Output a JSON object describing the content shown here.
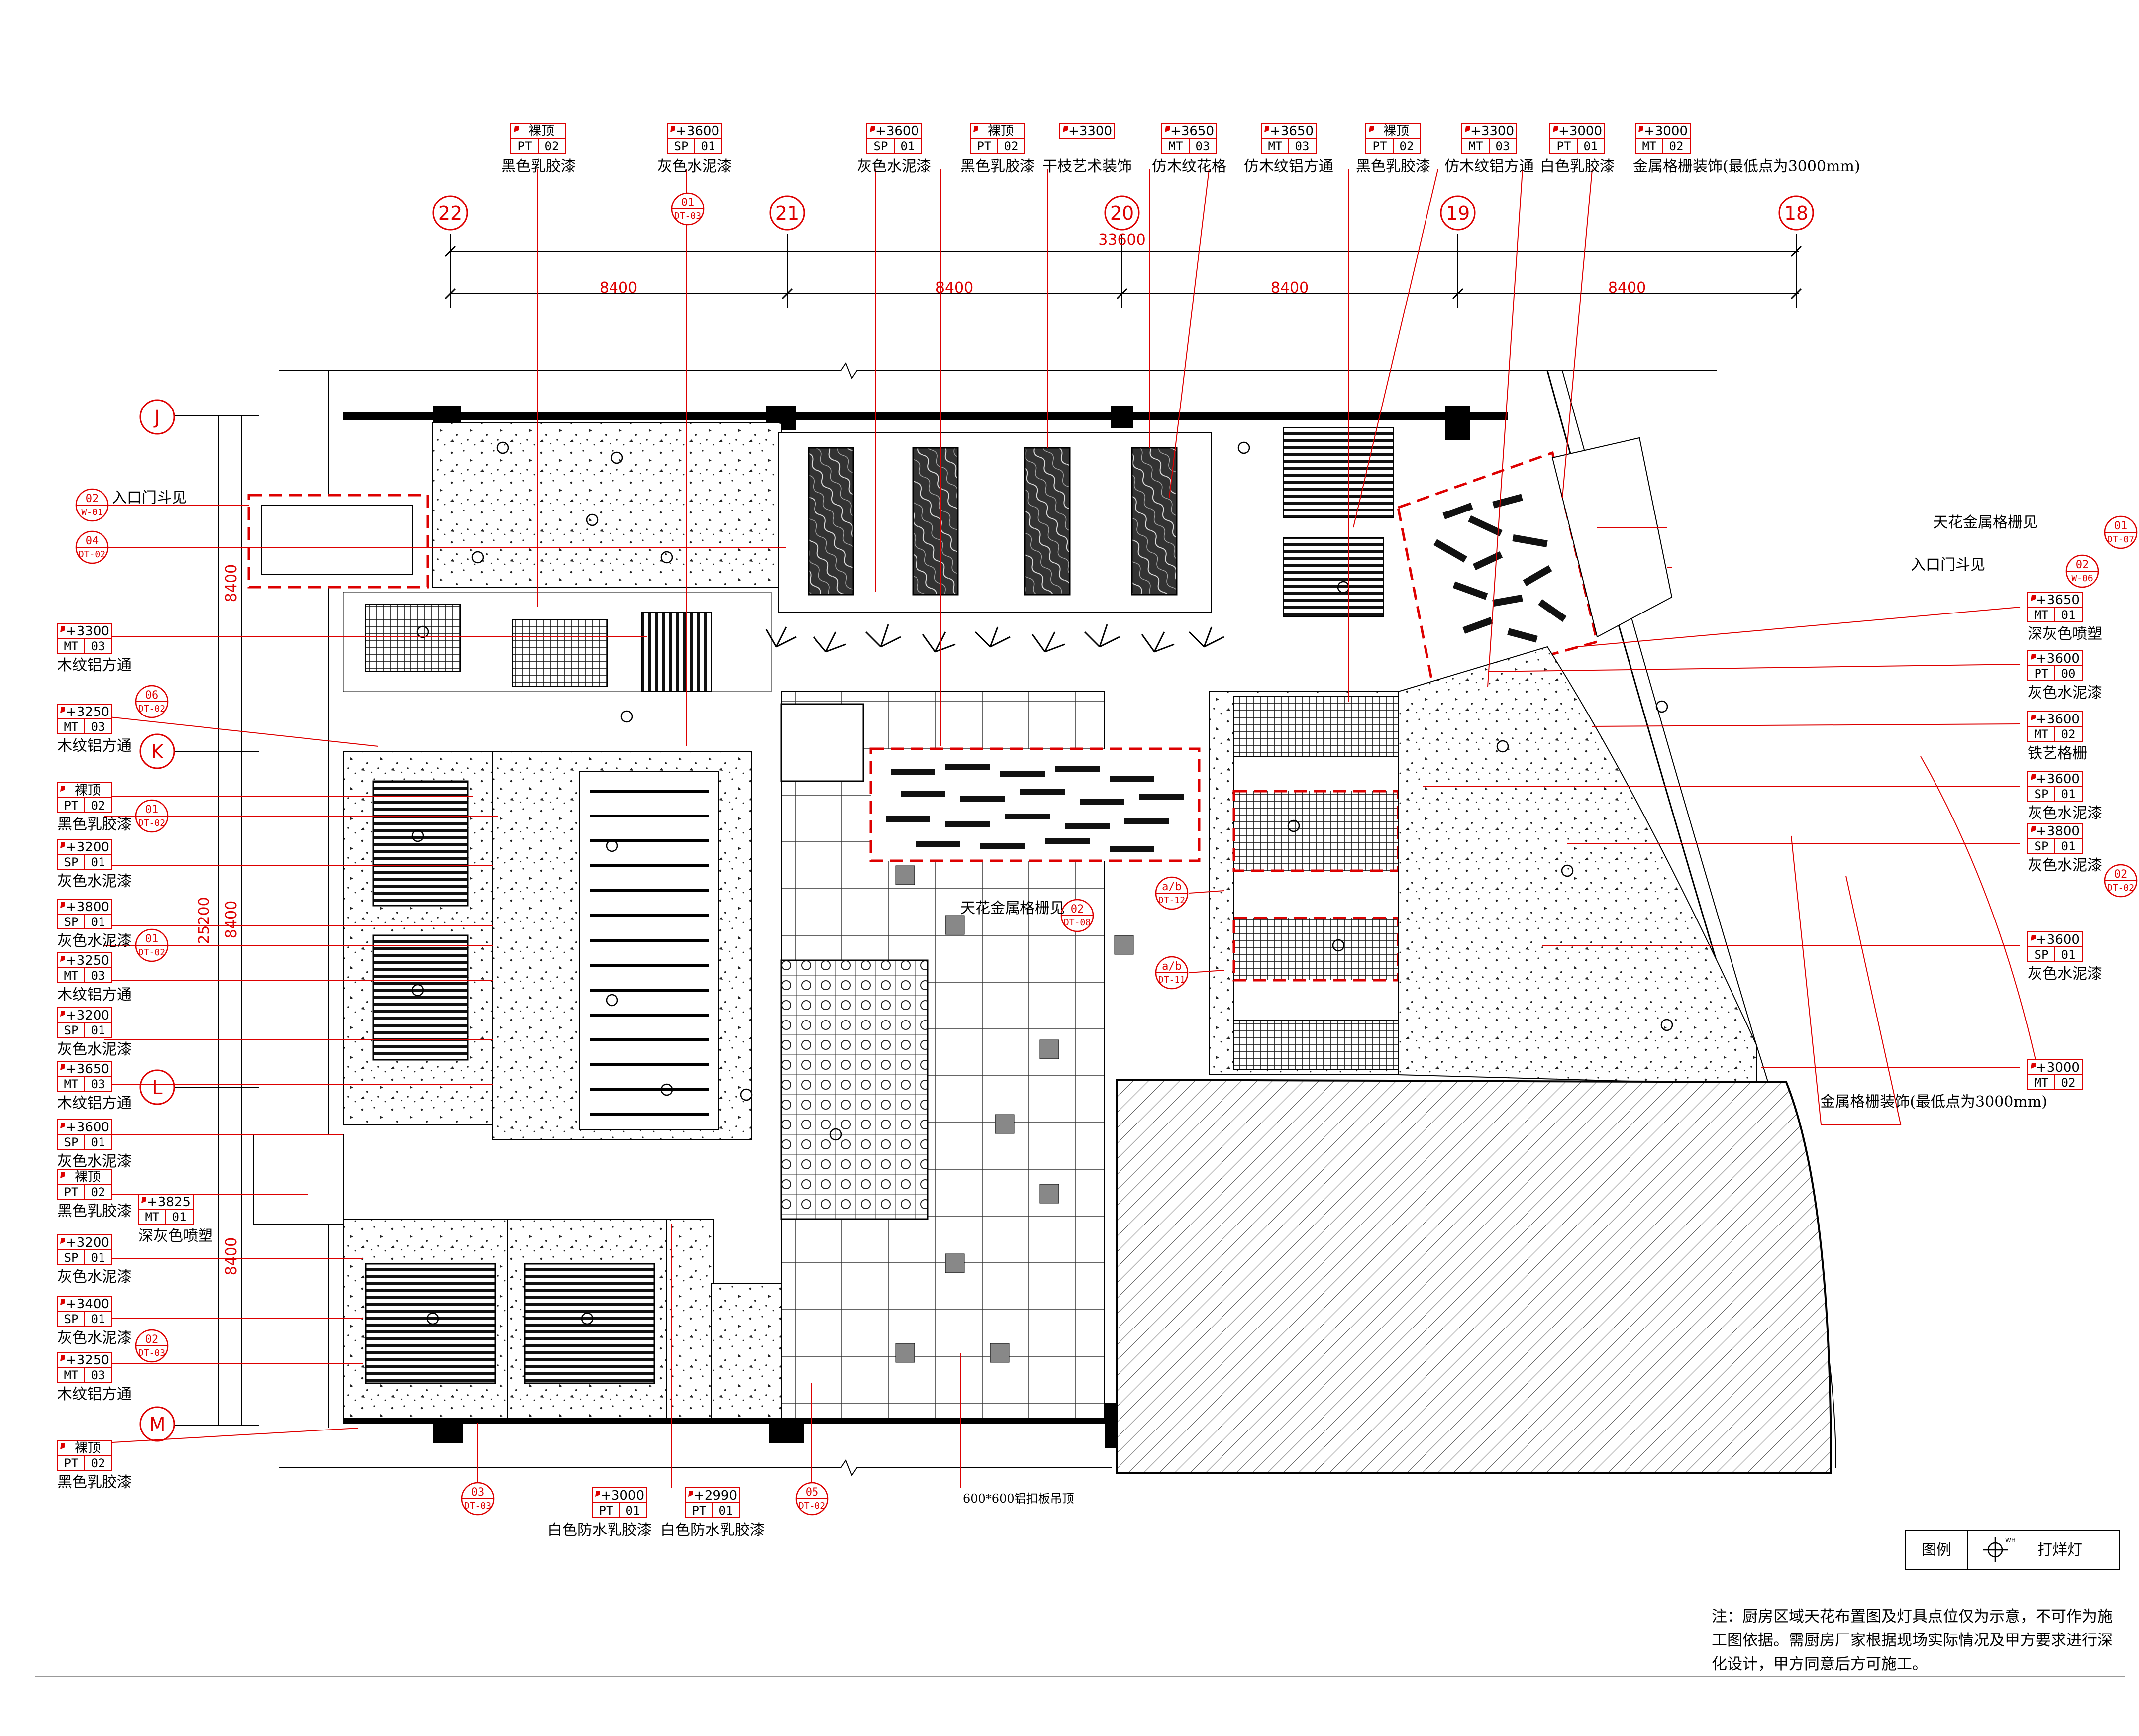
{
  "grid_columns": [
    "22",
    "21",
    "20",
    "19",
    "18"
  ],
  "grid_rows": [
    "J",
    "K",
    "L",
    "M"
  ],
  "dimensions": {
    "top_total": "33600",
    "top_spans": [
      "8400",
      "8400",
      "8400",
      "8400"
    ],
    "left_total": "25200",
    "left_spans": [
      "8400",
      "8400",
      "8400"
    ]
  },
  "top_tags": [
    {
      "elev": "裸顶",
      "code": "PT",
      "num": "02",
      "label": "黑色乳胶漆"
    },
    {
      "elev": "+3600",
      "code": "SP",
      "num": "01",
      "label": "灰色水泥漆"
    },
    {
      "elev": "+3600",
      "code": "SP",
      "num": "01",
      "label": "灰色水泥漆"
    },
    {
      "elev": "裸顶",
      "code": "PT",
      "num": "02",
      "label": "黑色乳胶漆"
    },
    {
      "elev": "+3300",
      "code": "",
      "num": "",
      "label": "干枝艺术装饰"
    },
    {
      "elev": "+3650",
      "code": "MT",
      "num": "03",
      "label": "仿木纹花格"
    },
    {
      "elev": "+3650",
      "code": "MT",
      "num": "03",
      "label": "仿木纹铝方通"
    },
    {
      "elev": "裸顶",
      "code": "PT",
      "num": "02",
      "label": "黑色乳胶漆"
    },
    {
      "elev": "+3300",
      "code": "MT",
      "num": "03",
      "label": "仿木纹铝方通"
    },
    {
      "elev": "+3000",
      "code": "PT",
      "num": "01",
      "label": "白色乳胶漆"
    },
    {
      "elev": "+3000",
      "code": "MT",
      "num": "02",
      "label": "金属格栅装饰(最低点为3000mm)"
    }
  ],
  "left_tags": [
    {
      "elev": "+3300",
      "code": "MT",
      "num": "03",
      "label": "木纹铝方通"
    },
    {
      "elev": "+3250",
      "code": "MT",
      "num": "03",
      "label": "木纹铝方通"
    },
    {
      "elev": "裸顶",
      "code": "PT",
      "num": "02",
      "label": "黑色乳胶漆"
    },
    {
      "elev": "+3200",
      "code": "SP",
      "num": "01",
      "label": "灰色水泥漆"
    },
    {
      "elev": "+3800",
      "code": "SP",
      "num": "01",
      "label": "灰色水泥漆"
    },
    {
      "elev": "+3250",
      "code": "MT",
      "num": "03",
      "label": "木纹铝方通"
    },
    {
      "elev": "+3200",
      "code": "SP",
      "num": "01",
      "label": "灰色水泥漆"
    },
    {
      "elev": "+3650",
      "code": "MT",
      "num": "03",
      "label": "木纹铝方通"
    },
    {
      "elev": "+3600",
      "code": "SP",
      "num": "01",
      "label": "灰色水泥漆"
    },
    {
      "elev": "裸顶",
      "code": "PT",
      "num": "02",
      "label": "黑色乳胶漆"
    },
    {
      "elev": "+3200",
      "code": "SP",
      "num": "01",
      "label": "灰色水泥漆"
    },
    {
      "elev": "+3400",
      "code": "SP",
      "num": "01",
      "label": "灰色水泥漆"
    },
    {
      "elev": "+3250",
      "code": "MT",
      "num": "03",
      "label": "木纹铝方通"
    },
    {
      "elev": "裸顶",
      "code": "PT",
      "num": "02",
      "label": "黑色乳胶漆"
    }
  ],
  "left_mid_tag": {
    "elev": "+3825",
    "code": "MT",
    "num": "01",
    "label": "深灰色喷塑"
  },
  "right_tags": [
    {
      "elev": "+3650",
      "code": "MT",
      "num": "01",
      "label": "深灰色喷塑"
    },
    {
      "elev": "+3600",
      "code": "PT",
      "num": "00",
      "label": "灰色水泥漆"
    },
    {
      "elev": "+3600",
      "code": "MT",
      "num": "02",
      "label": "铁艺格栅"
    },
    {
      "elev": "+3600",
      "code": "SP",
      "num": "01",
      "label": "灰色水泥漆"
    },
    {
      "elev": "+3800",
      "code": "SP",
      "num": "01",
      "label": "灰色水泥漆"
    },
    {
      "elev": "+3600",
      "code": "SP",
      "num": "01",
      "label": "灰色水泥漆"
    },
    {
      "elev": "+3000",
      "code": "MT",
      "num": "02",
      "label": "金属格栅装饰(最低点为3000mm)"
    }
  ],
  "bottom_tags": [
    {
      "elev": "+3000",
      "code": "PT",
      "num": "01",
      "label": "白色防水乳胶漆"
    },
    {
      "elev": "+2990",
      "code": "PT",
      "num": "01",
      "label": "白色防水乳胶漆"
    }
  ],
  "section_refs": [
    {
      "top": "01",
      "bottom": "DT-03"
    },
    {
      "top": "02",
      "bottom": "W-01"
    },
    {
      "top": "04",
      "bottom": "DT-02"
    },
    {
      "top": "06",
      "bottom": "DT-02"
    },
    {
      "top": "01",
      "bottom": "DT-02"
    },
    {
      "top": "01",
      "bottom": "DT-02"
    },
    {
      "top": "02",
      "bottom": "DT-03"
    },
    {
      "top": "03",
      "bottom": "DT-03"
    },
    {
      "top": "05",
      "bottom": "DT-02"
    },
    {
      "top": "01",
      "bottom": "DT-07"
    },
    {
      "top": "02",
      "bottom": "W-06"
    },
    {
      "top": "02",
      "bottom": "DT-02"
    },
    {
      "top": "02",
      "bottom": "DT-08"
    },
    {
      "top": "a/b",
      "bottom": "DT-12"
    },
    {
      "top": "a/b",
      "bottom": "DT-11"
    }
  ],
  "callouts": {
    "entry_left": "入口门斗见",
    "grille_right": "天花金属格栅见",
    "entry_right": "入口门斗见",
    "grille_center": "天花金属格栅见",
    "tile_ceiling": "600*600铝扣板吊顶"
  },
  "legend": {
    "title": "图例",
    "symbol_code": "WH",
    "item": "打烊灯"
  },
  "note": "注：厨房区域天花布置图及灯具点位仅为示意，不可作为施工图依据。需厨房厂家根据现场实际情况及甲方要求进行深化设计，甲方同意后方可施工。",
  "colors": {
    "annotation": "#dd0000",
    "linework": "#000000",
    "hatch": "#555555"
  },
  "icons": [
    "arrow-icon",
    "light-fixture-icon"
  ]
}
